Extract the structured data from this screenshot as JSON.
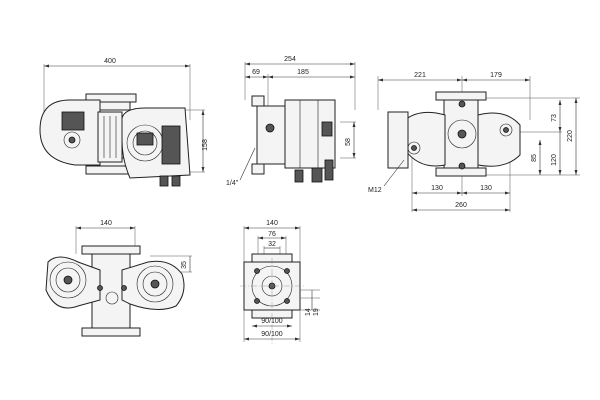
{
  "dimensions": {
    "front": {
      "overall_width": "400",
      "height": "158"
    },
    "side": {
      "overall_width": "254",
      "left_part": "69",
      "right_part": "185",
      "flange_height": "58",
      "thread": "1/4\""
    },
    "end": {
      "left_top": "221",
      "right_top": "179",
      "right_73": "73",
      "right_120": "120",
      "right_220": "220",
      "inner_85": "85",
      "inner_130_left": "130",
      "inner_130_right": "130",
      "bottom_260": "260",
      "bolt": "M12"
    },
    "top": {
      "width": "140",
      "height": "35"
    },
    "flange": {
      "overall": "140",
      "inner_76": "76",
      "bore_32": "32",
      "bolt_circle_1": "90/100",
      "bolt_circle_2": "90/100",
      "thick_14": "14",
      "thick_19": "19"
    }
  }
}
